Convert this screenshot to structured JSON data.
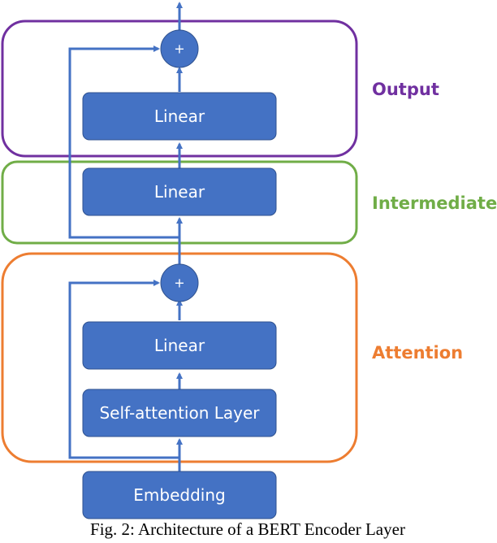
{
  "groups": {
    "output": {
      "label": "Output",
      "color": "#7030A0"
    },
    "intermediate": {
      "label": "Intermediate",
      "color": "#70AD47"
    },
    "attention": {
      "label": "Attention",
      "color": "#ED7D31"
    }
  },
  "boxes": {
    "output_linear": "Linear",
    "intermediate_linear": "Linear",
    "attention_linear": "Linear",
    "self_attention": "Self-attention Layer",
    "embedding": "Embedding"
  },
  "add_nodes": {
    "top": "+",
    "bottom": "+"
  },
  "caption": "Fig. 2: Architecture of a BERT Encoder Layer",
  "colors": {
    "box_fill": "#4472C4",
    "arrow": "#4472C4"
  }
}
